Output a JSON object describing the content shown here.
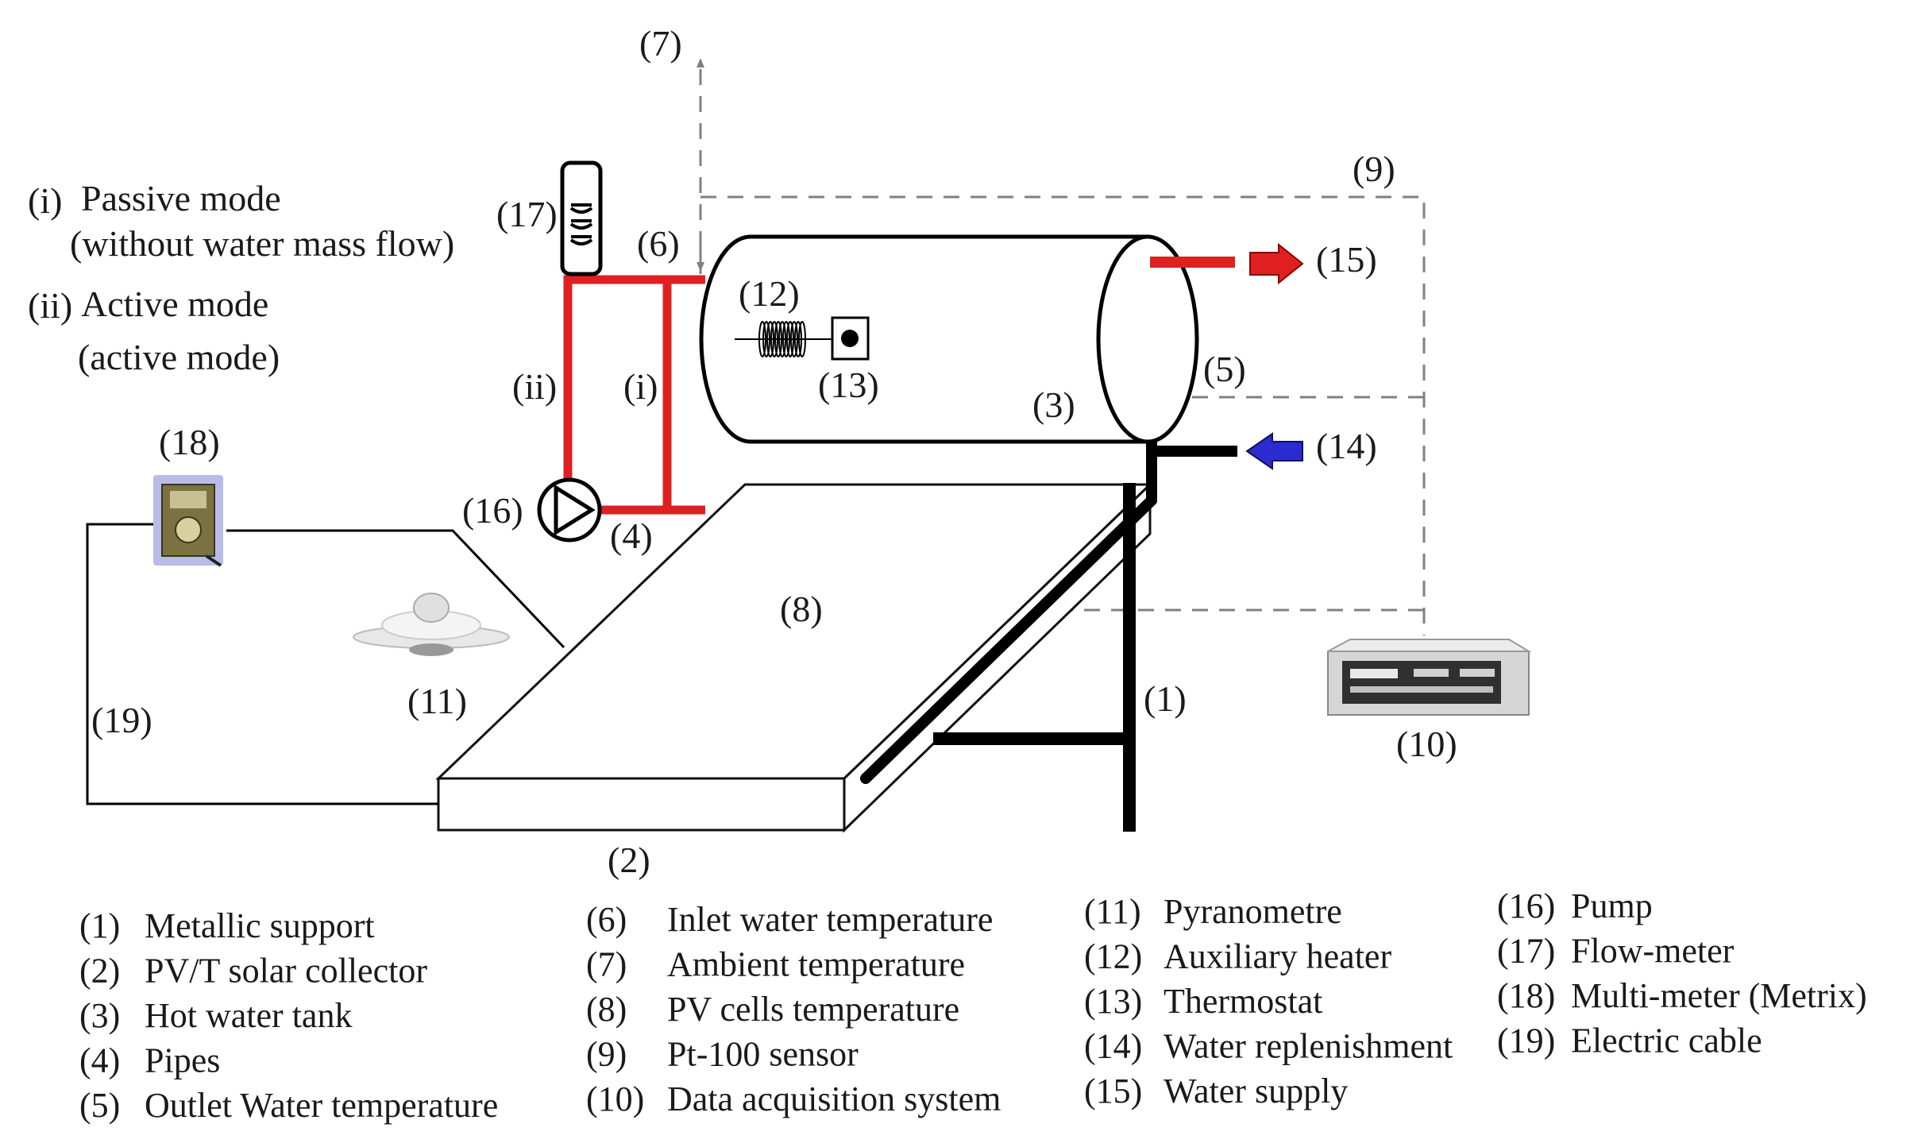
{
  "modes": {
    "passive_num": "(i)",
    "passive_title": "Passive mode",
    "passive_desc": "(without water mass flow)",
    "active_num": "(ii)",
    "active_title": "Active mode",
    "active_desc": "(active mode)"
  },
  "callouts": {
    "c1": "(1)",
    "c2": "(2)",
    "c3": "(3)",
    "c4": "(4)",
    "c5": "(5)",
    "c6": "(6)",
    "c7": "(7)",
    "c8": "(8)",
    "c9": "(9)",
    "c10": "(10)",
    "c11": "(11)",
    "c12": "(12)",
    "c13": "(13)",
    "c14": "(14)",
    "c15": "(15)",
    "c16": "(16)",
    "c17": "(17)",
    "c18": "(18)",
    "c19": "(19)",
    "pipe_i": "(i)",
    "pipe_ii": "(ii)"
  },
  "legend": [
    {
      "num": "(1)",
      "text": "Metallic support"
    },
    {
      "num": "(2)",
      "text": "PV/T solar collector"
    },
    {
      "num": "(3)",
      "text": "Hot water tank"
    },
    {
      "num": "(4)",
      "text": "Pipes"
    },
    {
      "num": "(5)",
      "text": "Outlet Water temperature"
    },
    {
      "num": "(6)",
      "text": "Inlet water temperature"
    },
    {
      "num": "(7)",
      "text": "Ambient temperature"
    },
    {
      "num": "(8)",
      "text": "PV cells temperature"
    },
    {
      "num": "(9)",
      "text": "Pt-100 sensor"
    },
    {
      "num": "(10)",
      "text": "Data acquisition system"
    },
    {
      "num": "(11)",
      "text": "Pyranometre"
    },
    {
      "num": "(12)",
      "text": "Auxiliary heater"
    },
    {
      "num": "(13)",
      "text": "Thermostat"
    },
    {
      "num": "(14)",
      "text": "Water replenishment"
    },
    {
      "num": "(15)",
      "text": "Water supply"
    },
    {
      "num": "(16)",
      "text": "Pump"
    },
    {
      "num": "(17)",
      "text": "Flow-meter"
    },
    {
      "num": "(18)",
      "text": "Multi-meter (Metrix)"
    },
    {
      "num": "(19)",
      "text": "Electric cable"
    }
  ],
  "colors": {
    "hot_pipe": "#e02020",
    "cold_arrow": "#2b2bd0",
    "structure": "#000000",
    "sensor_line": "#808080"
  }
}
